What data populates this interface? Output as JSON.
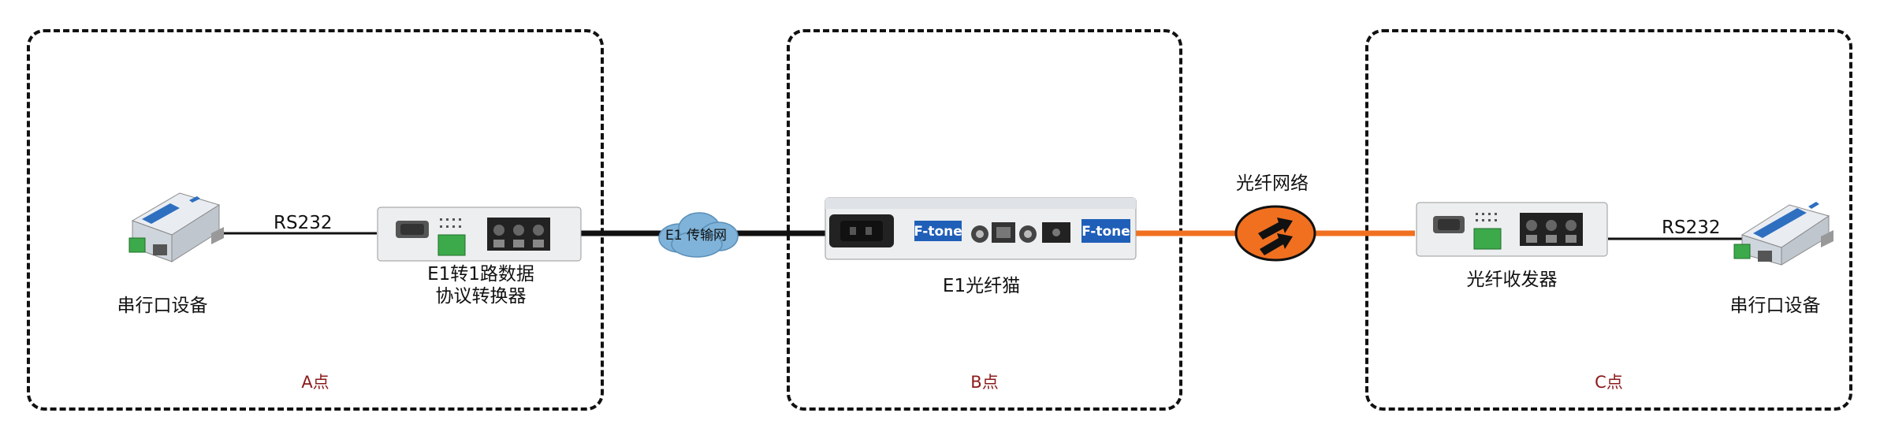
{
  "zones": {
    "a": {
      "label": "A点"
    },
    "b": {
      "label": "B点"
    },
    "c": {
      "label": "C点"
    }
  },
  "devices": {
    "serial_left": {
      "label": "串行口设备"
    },
    "e1_converter": {
      "label_line1": "E1转1路数据",
      "label_line2": "协议转换器"
    },
    "e1_modem": {
      "label": "E1光纤猫",
      "brand": "F-tone"
    },
    "fiber_transceiver": {
      "label": "光纤收发器"
    },
    "serial_right": {
      "label": "串行口设备"
    }
  },
  "links": {
    "rs232_left": "RS232",
    "rs232_right": "RS232",
    "e1_cloud": "E1 传输网",
    "fiber_network": "光纤网络"
  },
  "colors": {
    "fiber_line": "#f07020",
    "fiber_node": "#f07020",
    "cloud": "#7fb3d9",
    "brand_blue": "#1f5fb8",
    "zone_label": "#8b1a1a"
  }
}
